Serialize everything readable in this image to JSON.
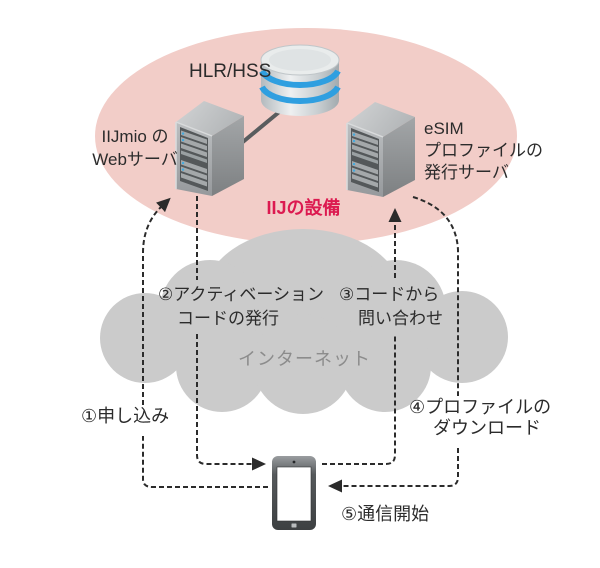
{
  "zone": {
    "label": "IIJの設備"
  },
  "nodes": {
    "hlr_hss": {
      "label": "HLR/HSS",
      "icon": "database-icon"
    },
    "web_server": {
      "lines": [
        "IIJmio の",
        "Webサーバ"
      ],
      "icon": "server-icon"
    },
    "esim_server": {
      "lines": [
        "eSIM",
        "プロファイルの",
        "発行サーバ"
      ],
      "icon": "server-icon"
    },
    "device": {
      "icon": "smartphone-icon"
    }
  },
  "cloud": {
    "label": "インターネット"
  },
  "steps": {
    "s1": {
      "label": "①申し込み"
    },
    "s2": {
      "lines": [
        "②アクティベーション",
        "コードの発行"
      ]
    },
    "s3": {
      "lines": [
        "③コードから",
        "問い合わせ"
      ]
    },
    "s4": {
      "lines": [
        "④プロファイルの",
        "ダウンロード"
      ]
    },
    "s5": {
      "label": "⑤通信開始"
    }
  },
  "colors": {
    "zone_fill": "#f2cdc8",
    "zone_label": "#dc1a50",
    "cloud_fill": "#cbcbcb",
    "cloud_label": "#8c8c8c",
    "text": "#2b2b2b",
    "arrow": "#2b2b2b",
    "database_band_blue": "#2f9fe0",
    "server_gray": "#9a9da0",
    "phone_frame_gray": "#4a4d4f"
  }
}
